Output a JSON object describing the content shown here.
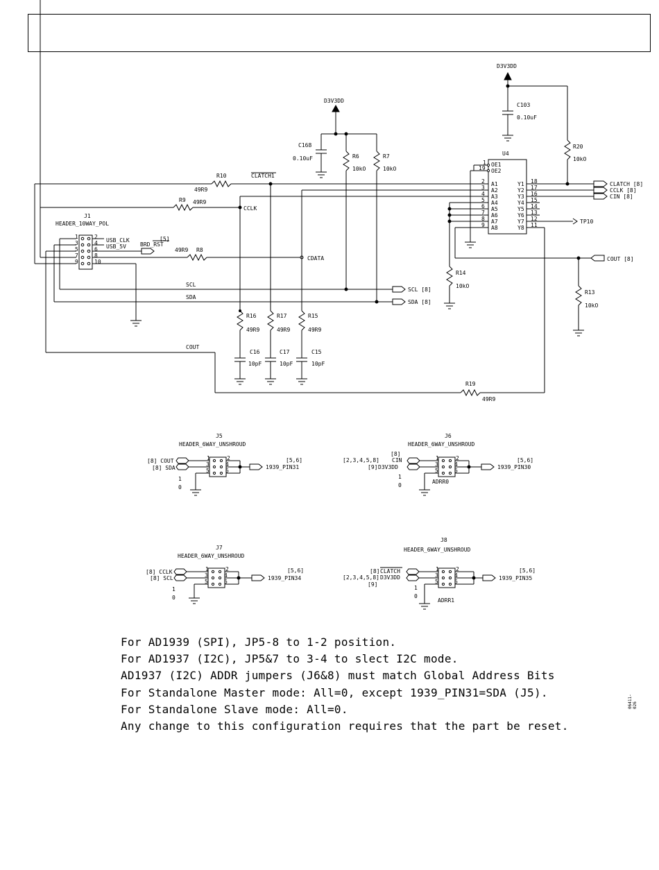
{
  "rails": {
    "d3v3dd_a": "D3V3DD",
    "d3v3dd_b": "D3V3DD"
  },
  "components": {
    "c168": {
      "ref": "C168",
      "value": "0.10uF"
    },
    "c103": {
      "ref": "C103",
      "value": "0.10uF"
    },
    "r6": {
      "ref": "R6",
      "value": "10kO"
    },
    "r7": {
      "ref": "R7",
      "value": "10kO"
    },
    "r20": {
      "ref": "R20",
      "value": "10kO"
    },
    "r10": {
      "ref": "R10",
      "value": "49R9"
    },
    "r9": {
      "ref": "R9",
      "value": "49R9"
    },
    "r8": {
      "ref": "R8",
      "value": "49R9"
    },
    "r16": {
      "ref": "R16",
      "value": "49R9"
    },
    "r17": {
      "ref": "R17",
      "value": "49R9"
    },
    "r15": {
      "ref": "R15",
      "value": "49R9"
    },
    "c16": {
      "ref": "C16",
      "value": "10pF"
    },
    "c17": {
      "ref": "C17",
      "value": "10pF"
    },
    "c15": {
      "ref": "C15",
      "value": "10pF"
    },
    "r14": {
      "ref": "R14",
      "value": "10kO"
    },
    "r13": {
      "ref": "R13",
      "value": "10kO"
    },
    "r19": {
      "ref": "R19",
      "value": "49R9"
    },
    "u4": {
      "ref": "U4"
    },
    "j1": {
      "ref": "J1",
      "type": "HEADER_10WAY_POL"
    }
  },
  "nets": {
    "clatch1": "CLATCH1",
    "cclk": "CCLK",
    "cdata": "CDATA",
    "scl": "SCL",
    "sda": "SDA",
    "cout": "COUT",
    "usb_clk": "USB_CLK",
    "usb_5v": "USB_5V",
    "brd_rst": "BRD_RST",
    "brd_rst_ref": "[5]",
    "tp10": "TP10",
    "cout_port": "COUT [8]",
    "scl_port": "SCL [8]",
    "sda_port": "SDA [8]",
    "clatch_port": "CLATCH [8]",
    "cclk_port": "CCLK [8]",
    "cin_port": "CIN [8]"
  },
  "u4_pins": {
    "left": [
      {
        "num": "1",
        "name": "OE1"
      },
      {
        "num": "19",
        "name": "OE2"
      },
      {
        "num": "2",
        "name": "A1"
      },
      {
        "num": "3",
        "name": "A2"
      },
      {
        "num": "4",
        "name": "A3"
      },
      {
        "num": "5",
        "name": "A4"
      },
      {
        "num": "6",
        "name": "A5"
      },
      {
        "num": "7",
        "name": "A6"
      },
      {
        "num": "8",
        "name": "A7"
      },
      {
        "num": "9",
        "name": "A8"
      }
    ],
    "right": [
      {
        "num": "18",
        "name": "Y1"
      },
      {
        "num": "17",
        "name": "Y2"
      },
      {
        "num": "16",
        "name": "Y3"
      },
      {
        "num": "15",
        "name": "Y4"
      },
      {
        "num": "14",
        "name": "Y5"
      },
      {
        "num": "13",
        "name": "Y6"
      },
      {
        "num": "12",
        "name": "Y7"
      },
      {
        "num": "11",
        "name": "Y8"
      }
    ]
  },
  "j1_pins": [
    "1",
    "2",
    "3",
    "4",
    "5",
    "6",
    "7",
    "8",
    "9",
    "10"
  ],
  "headers": {
    "j5": {
      "ref": "J5",
      "type": "HEADER_6WAY_UNSHROUD",
      "in1": "[8] COUT",
      "in2": "[8] SDA",
      "out": "1939_PIN31",
      "out_ref": "[5,6]",
      "one": "1",
      "zero": "0",
      "pins": [
        "1",
        "2",
        "3",
        "4",
        "5",
        "6"
      ]
    },
    "j6": {
      "ref": "J6",
      "type": "HEADER_6WAY_UNSHROUD",
      "ref_top": "[8]",
      "in1": "CIN",
      "in2_ref": "[2,3,4,5,8]",
      "in2_ref2": "[9]",
      "in2": "D3V3DD",
      "out": "1939_PIN30",
      "out_ref": "[5,6]",
      "adr": "ADRR0",
      "one": "1",
      "zero": "0",
      "pins": [
        "1",
        "2",
        "3",
        "4",
        "5",
        "6"
      ]
    },
    "j7": {
      "ref": "J7",
      "type": "HEADER_6WAY_UNSHROUD",
      "in1": "[8] CCLK",
      "in2": "[8] SCL",
      "out": "1939_PIN34",
      "out_ref": "[5,6]",
      "one": "1",
      "zero": "0",
      "pins": [
        "1",
        "2",
        "3",
        "4",
        "5",
        "6"
      ]
    },
    "j8": {
      "ref": "J8",
      "type": "HEADER_6WAY_UNSHROUD",
      "in1_ref": "[8]",
      "in1": "CLATCH",
      "in2_ref": "[2,3,4,5,8]",
      "in2_ref2": "[9]",
      "in2": "D3V3DD",
      "out": "1939_PIN35",
      "out_ref": "[5,6]",
      "adr": "ADRR1",
      "one": "1",
      "zero": "0",
      "pins": [
        "1",
        "2",
        "3",
        "4",
        "5",
        "6"
      ]
    }
  },
  "notes": [
    "For AD1939 (SPI), JP5-8 to 1-2 position.",
    "For AD1937 (I2C), JP5&7 to 3-4 to slect I2C mode.",
    "AD1937 (I2C) ADDR jumpers (J6&8) must match Global Address Bits",
    "For Standalone Master mode: All=0, except 1939_PIN31=SDA (J5).",
    "For Standalone Slave mode: All=0.",
    "Any change to this configuration requires that the part be reset."
  ],
  "figure_number": "06411-026"
}
